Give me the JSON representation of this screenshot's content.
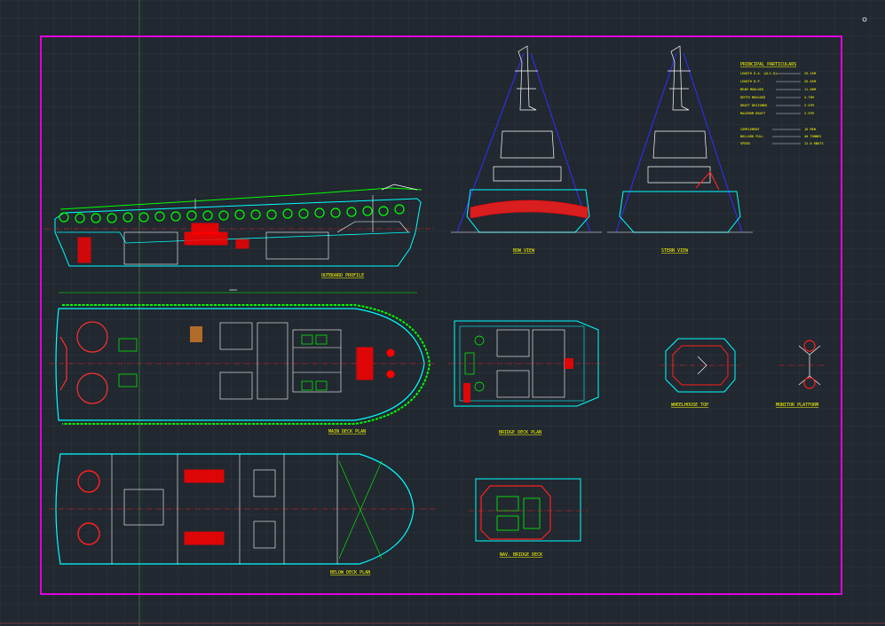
{
  "colors": {
    "background": "#212830",
    "grid": "#2d343e",
    "grid_axis_v": "#3a6b3a",
    "grid_axis_h": "#6b3a3a",
    "frame": "#e000e0",
    "hull_outline": "#00ffff",
    "fenders": "#00ff00",
    "machinery": "#ff0000",
    "white_lines": "#ffffff",
    "labels": "#ffff00",
    "mast_stays": "#3030ff"
  },
  "views": {
    "outboard_profile": "OUTBOARD PROFILE",
    "bow_view": "BOW VIEW",
    "stern_view": "STERN VIEW",
    "main_deck_plan": "MAIN DECK PLAN",
    "bridge_deck_plan": "BRIDGE DECK PLAN",
    "wheelhouse_top": "WHEELHOUSE TOP",
    "monitor_platform": "MONITOR PLATFORM",
    "below_deck_plan": "BELOW DECK PLAN",
    "nav_bridge_deck": "NAV. BRIDGE DECK"
  },
  "particulars": {
    "title": "PRINCIPAL PARTICULARS",
    "rows": [
      {
        "label": "LENGTH O.A. (ALS.H)",
        "value": "29.45M"
      },
      {
        "label": "LENGTH B.P.",
        "value": "26.05M"
      },
      {
        "label": "BEAM MOULDED",
        "value": "11.00M"
      },
      {
        "label": "DEPTH MOULDED",
        "value": "4.75M"
      },
      {
        "label": "DRAFT DESIGNED",
        "value": "3.57M"
      },
      {
        "label": "MAXIMUM DRAFT",
        "value": "3.97M"
      }
    ],
    "rows2": [
      {
        "label": "COMPLEMENT",
        "value": "16 MEN"
      },
      {
        "label": "BOLLARD PULL",
        "value": "40 TONNES"
      },
      {
        "label": "SPEED",
        "value": "12.0 KNOTS"
      }
    ]
  },
  "dimension_main_deck": "29450"
}
